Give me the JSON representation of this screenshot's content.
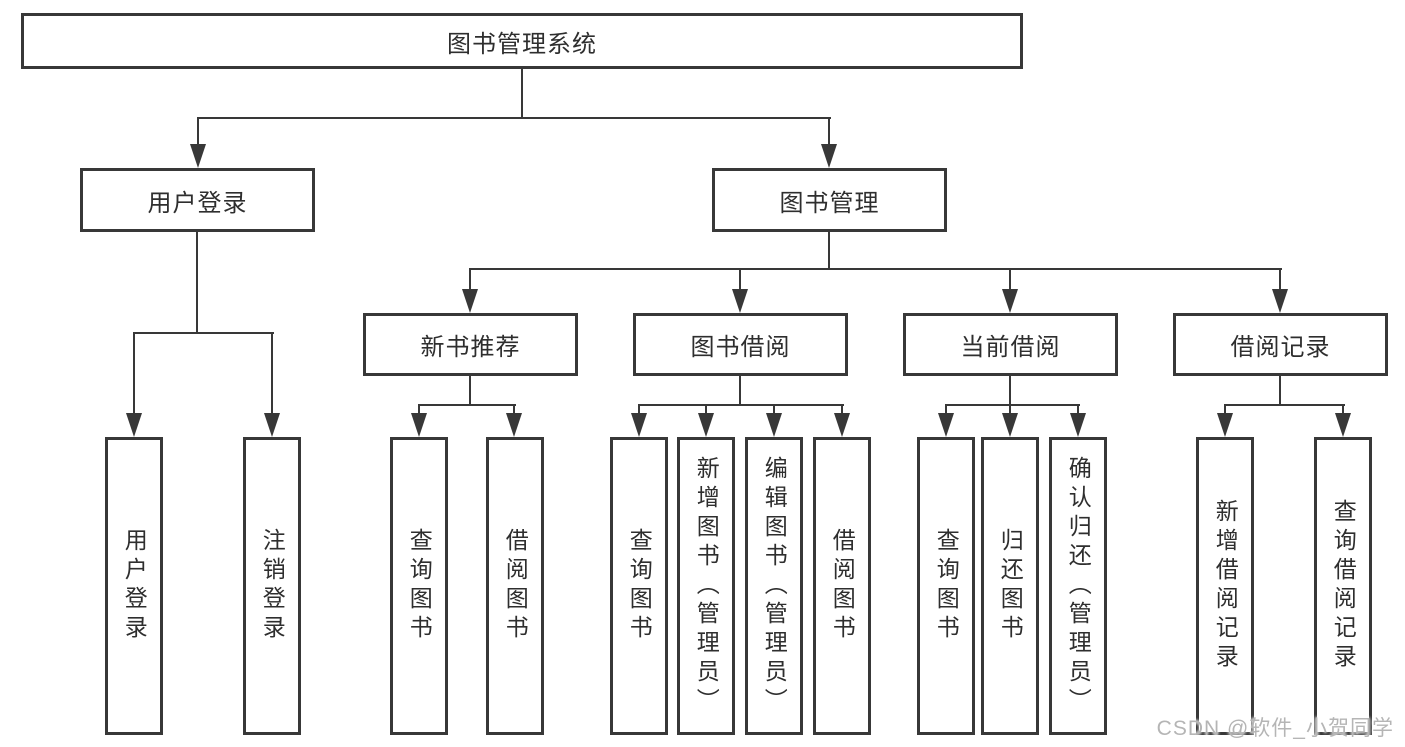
{
  "colors": {
    "line": "#383838",
    "text": "#2e2e2e",
    "box-bg": "#ffffff",
    "page-bg": "#ffffff",
    "watermark": "#b5b5b5"
  },
  "watermark": {
    "text": "CSDN @软件_小贺同学"
  },
  "nodes": {
    "root": {
      "label": "图书管理系统"
    },
    "user_login": {
      "label": "用户登录"
    },
    "book_management": {
      "label": "图书管理"
    },
    "new_book_recommend": {
      "label": "新书推荐"
    },
    "book_borrow": {
      "label": "图书借阅"
    },
    "current_borrow": {
      "label": "当前借阅"
    },
    "borrow_record": {
      "label": "借阅记录"
    },
    "leaf_user_login": {
      "label": "用户登录"
    },
    "leaf_logout": {
      "label": "注销登录"
    },
    "leaf_query_book_recommend": {
      "label": "查询图书"
    },
    "leaf_borrow_book_recommend": {
      "label": "借阅图书"
    },
    "leaf_query_book_borrow": {
      "label": "查询图书"
    },
    "leaf_add_book_admin": {
      "label": "新增图书（管理员）"
    },
    "leaf_edit_book_admin": {
      "label": "编辑图书（管理员）"
    },
    "leaf_borrow_book_borrow": {
      "label": "借阅图书"
    },
    "leaf_query_book_current": {
      "label": "查询图书"
    },
    "leaf_return_book": {
      "label": "归还图书"
    },
    "leaf_confirm_return_admin": {
      "label": "确认归还（管理员）"
    },
    "leaf_add_borrow_record": {
      "label": "新增借阅记录"
    },
    "leaf_query_borrow_record": {
      "label": "查询借阅记录"
    }
  }
}
